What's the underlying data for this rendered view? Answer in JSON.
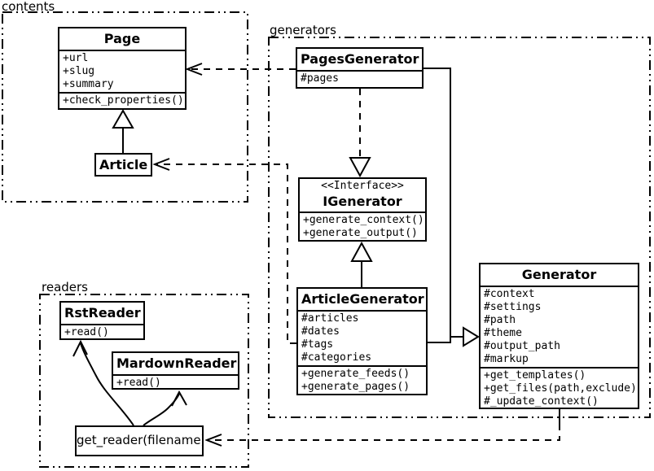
{
  "packages": {
    "contents": {
      "label": "contents"
    },
    "generators": {
      "label": "generators"
    },
    "readers": {
      "label": "readers"
    }
  },
  "classes": {
    "page": {
      "name": "Page",
      "attributes": [
        "+url",
        "+slug",
        "+summary"
      ],
      "methods": [
        "+check_properties()"
      ]
    },
    "article": {
      "name": "Article"
    },
    "pages_generator": {
      "name": "PagesGenerator",
      "attributes": [
        "#pages"
      ]
    },
    "igenerator": {
      "stereotype": "<<Interface>>",
      "name": "IGenerator",
      "methods": [
        "+generate_context()",
        "+generate_output()"
      ]
    },
    "article_generator": {
      "name": "ArticleGenerator",
      "attributes": [
        "#articles",
        "#dates",
        "#tags",
        "#categories"
      ],
      "methods": [
        "+generate_feeds()",
        "+generate_pages()"
      ]
    },
    "generator": {
      "name": "Generator",
      "attributes": [
        "#context",
        "#settings",
        "#path",
        "#theme",
        "#output_path",
        "#markup"
      ],
      "methods": [
        "+get_templates()",
        "+get_files(path,exclude)",
        "#_update_context()"
      ]
    },
    "rst_reader": {
      "name": "RstReader",
      "methods": [
        "+read()"
      ]
    },
    "mardown_reader": {
      "name": "MardownReader",
      "methods": [
        "+read()"
      ]
    },
    "get_reader": {
      "name": "get_reader(filename)"
    }
  },
  "relationships": [
    {
      "from": "Article",
      "to": "Page",
      "type": "inheritance"
    },
    {
      "from": "PagesGenerator",
      "to": "Page",
      "type": "dependency"
    },
    {
      "from": "ArticleGenerator",
      "to": "Article",
      "type": "dependency"
    },
    {
      "from": "PagesGenerator",
      "to": "IGenerator",
      "type": "realization"
    },
    {
      "from": "ArticleGenerator",
      "to": "IGenerator",
      "type": "inheritance"
    },
    {
      "from": "PagesGenerator",
      "to": "Generator",
      "type": "inheritance"
    },
    {
      "from": "ArticleGenerator",
      "to": "Generator",
      "type": "inheritance"
    },
    {
      "from": "Generator",
      "to": "get_reader(filename)",
      "type": "dependency"
    },
    {
      "from": "get_reader(filename)",
      "to": "RstReader",
      "type": "association"
    },
    {
      "from": "get_reader(filename)",
      "to": "MardownReader",
      "type": "association"
    }
  ],
  "colors": {
    "line": "#000000",
    "background": "#ffffff",
    "box_fill": "#ffffff"
  }
}
